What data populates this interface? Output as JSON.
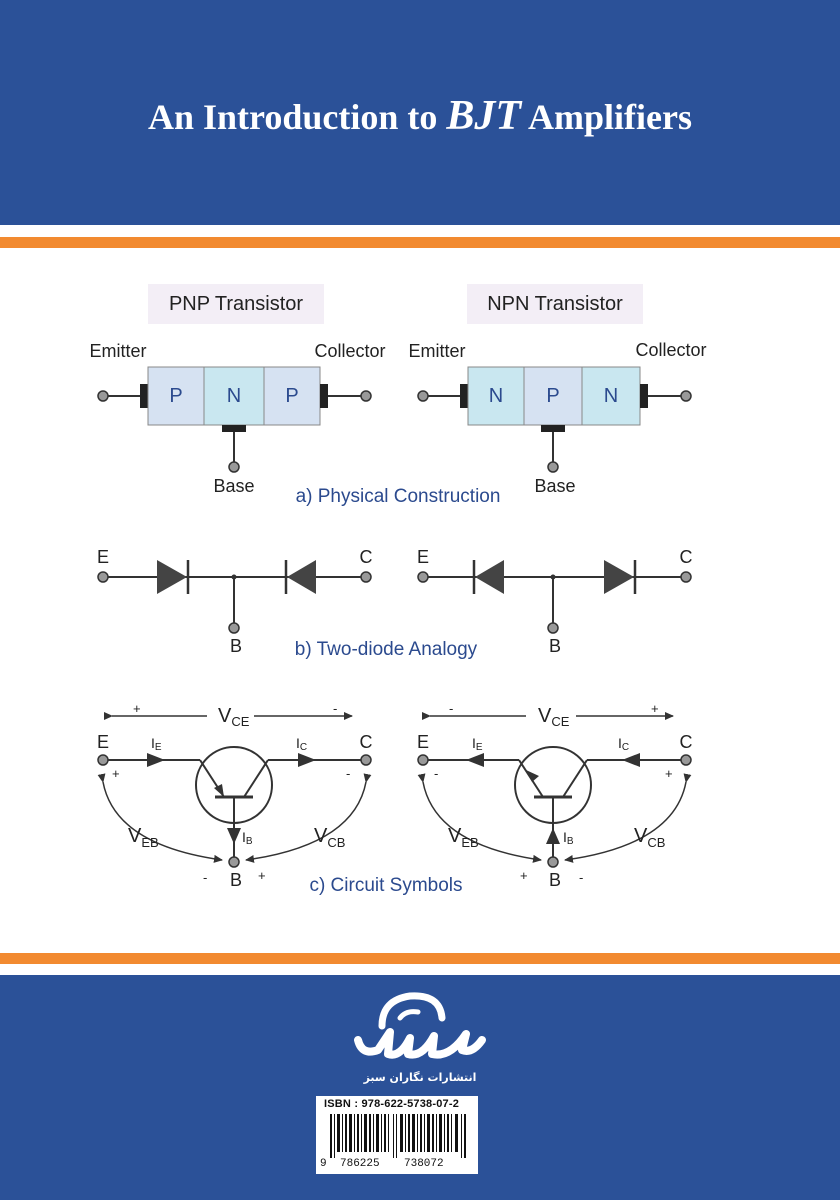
{
  "cover": {
    "title_prefix": "An Introduction to ",
    "title_emphasis": "BJT",
    "title_suffix": " Amplifiers"
  },
  "diagram": {
    "pnp_title": "PNP Transistor",
    "npn_title": "NPN Transistor",
    "emitter_label": "Emitter",
    "collector_label": "Collector",
    "base_label": "Base",
    "pnp_layers": [
      "P",
      "N",
      "P"
    ],
    "npn_layers": [
      "N",
      "P",
      "N"
    ],
    "caption_a": "a) Physical Construction",
    "caption_b": "b) Two-diode Analogy",
    "caption_c": "c) Circuit Symbols",
    "E": "E",
    "C": "C",
    "B": "B",
    "V": "V",
    "I": "I",
    "sub_CE": "CE",
    "sub_EB": "EB",
    "sub_CB": "CB",
    "sub_E": "E",
    "sub_C": "C",
    "sub_B": "B",
    "plus": "+",
    "minus": "-"
  },
  "publisher": {
    "name": "انتشارات نگاران سبز"
  },
  "isbn": {
    "label": "ISBN : 978-622-5738-07-2",
    "digits_1": "9",
    "digits_2": "786225",
    "digits_3": "738072"
  },
  "colors": {
    "band": "#2b5198",
    "stripe": "#f28a30",
    "caption": "#2b4a8e",
    "p_layer": "#d6e2f2",
    "n_layer": "#c9e7f0"
  }
}
